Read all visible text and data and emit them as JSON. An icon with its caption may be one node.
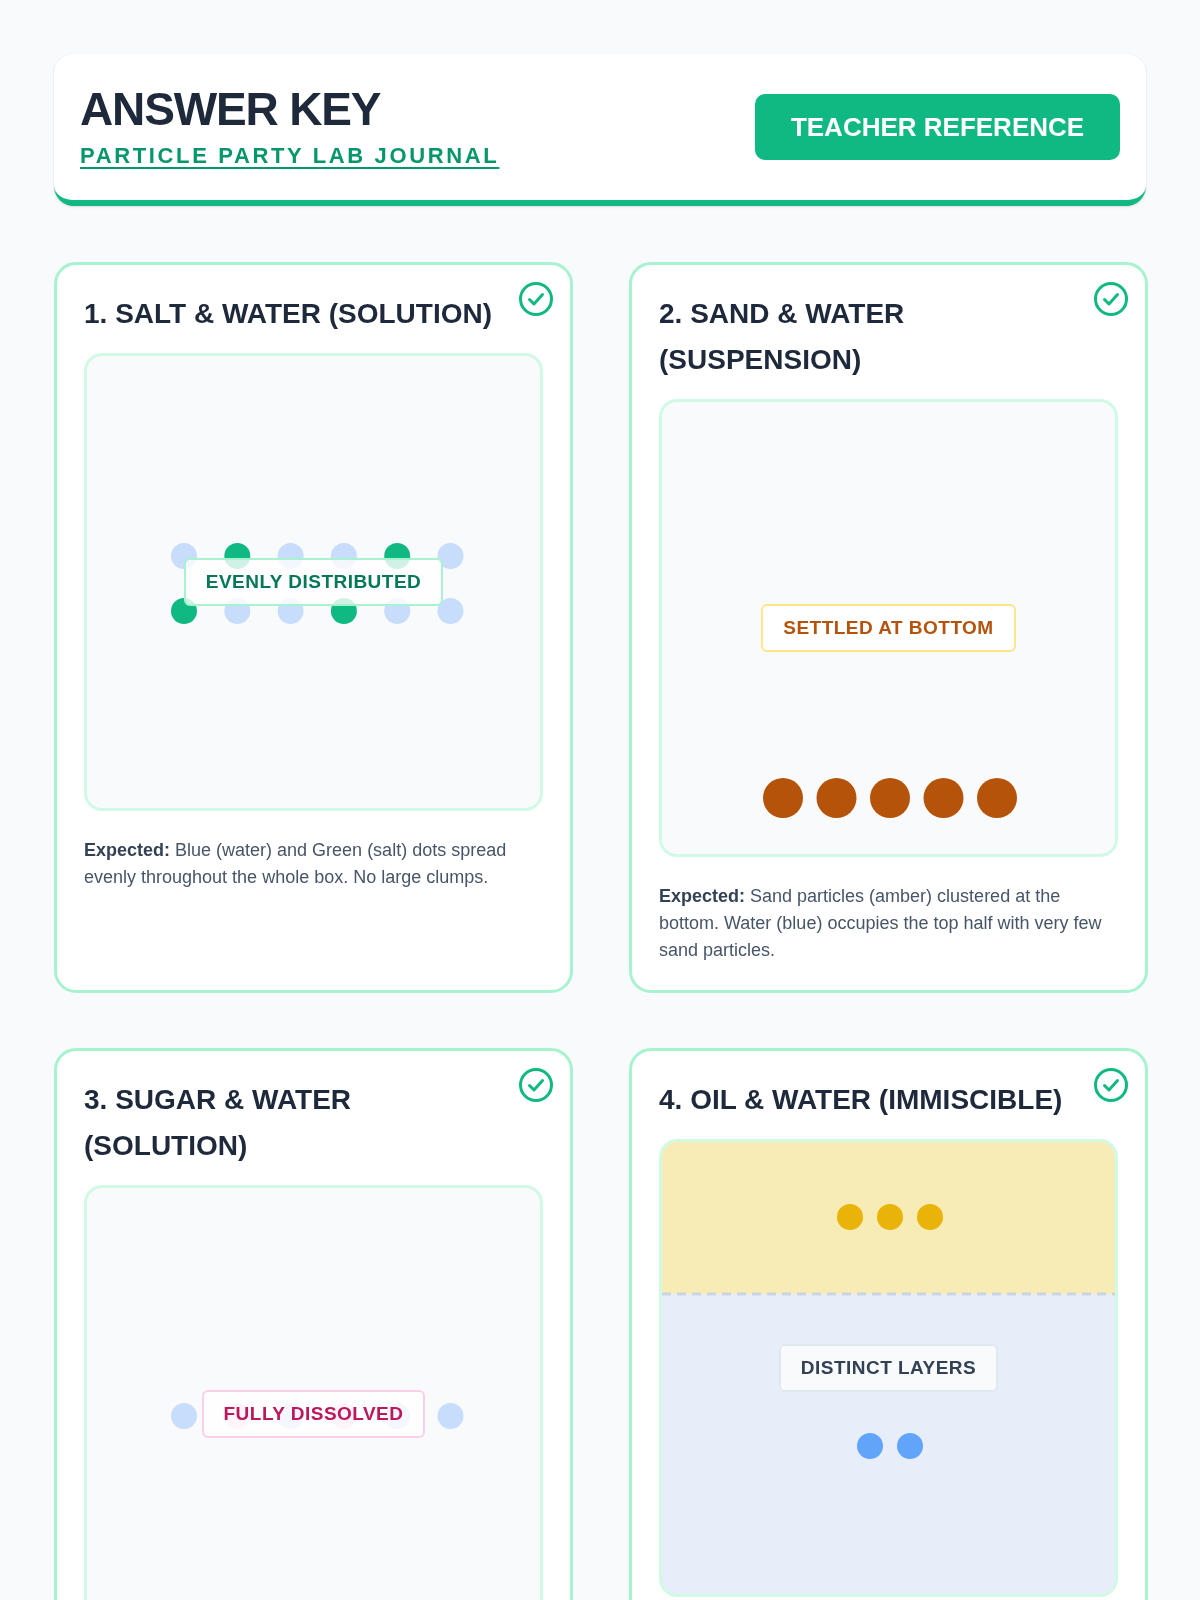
{
  "diagram": {
    "nodes": [
      {
        "text": [
          "ANSWER KEY",
          "PARTICLE PARTY LAB JOURNAL"
        ]
      },
      {
        "text": [
          "TEACHER REFERENCE"
        ],
        "in": 0
      },
      {
        "text": [
          "1. SALT & WATER (SOLUTION)",
          "**Expected:** Blue (water) and Green (salt) dots spread evenly throughout the whole box. No large clumps."
        ]
      },
      {
        "text": [
          "EVENLY DISTRIBUTED"
        ],
        "in": 2
      },
      {
        "text": [
          "2. SAND & WATER (SUSPENSION)",
          "**Expected:** Sand particles (amber) clustered at the bottom. Water (blue) occupies the top half with very few sand particles."
        ]
      },
      {
        "text": [
          "SETTLED AT BOTTOM"
        ],
        "in": 4
      },
      {
        "text": [
          "3. SUGAR & WATER (SOLUTION)"
        ]
      },
      {
        "text": [
          "FULLY DISSOLVED"
        ],
        "in": 6
      },
      {
        "text": [
          "4. OIL & WATER (IMMISCIBLE)"
        ]
      },
      {
        "text": [
          "DISTINCT LAYERS"
        ],
        "in": 8
      }
    ]
  }
}
